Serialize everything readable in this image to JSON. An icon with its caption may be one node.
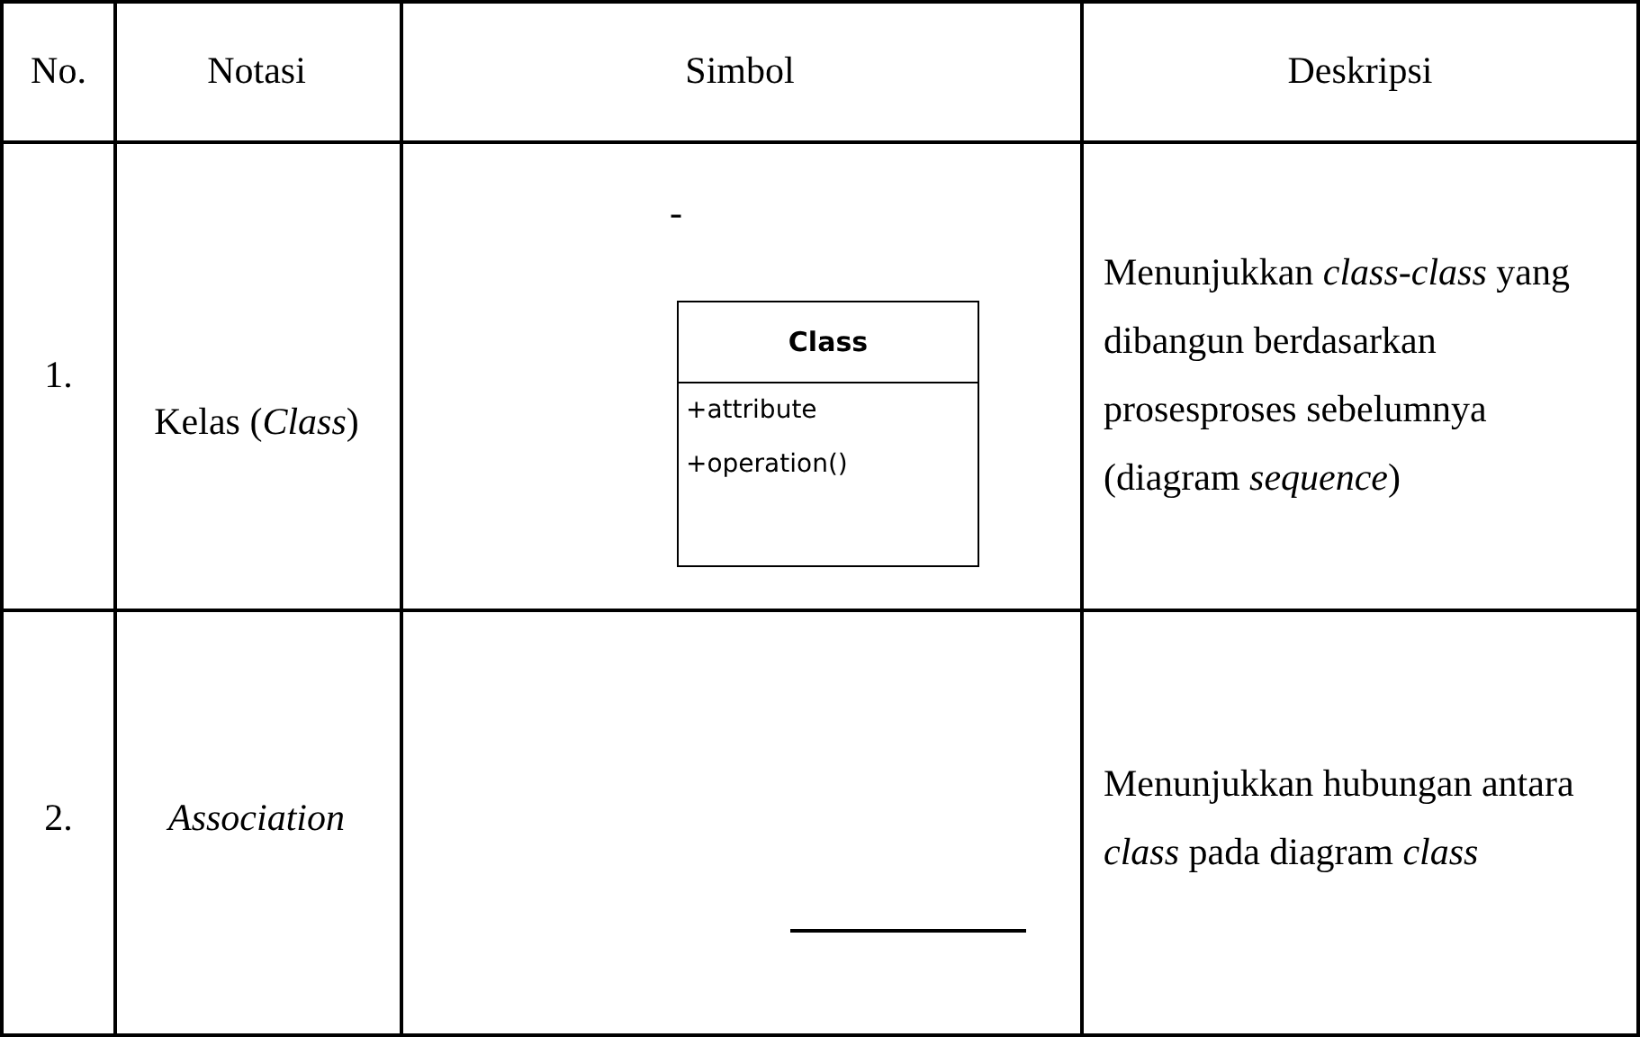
{
  "diagram": {
    "nodes": [
      {
        "text": [
          "Class",
          "+attribute",
          "+operation()"
        ]
      }
    ],
    "labels": [
      "No.",
      "Notasi",
      "Simbol",
      "Deskripsi",
      "1.",
      "Kelas (*Class*)",
      "-",
      "Menunjukkan *class-class* yang dibangun berdasarkan prosesproses sebelumnya (diagram *sequence*)",
      "2.",
      "Association",
      "Menunjukkan hubungan antara *class* pada diagram *class*"
    ]
  }
}
